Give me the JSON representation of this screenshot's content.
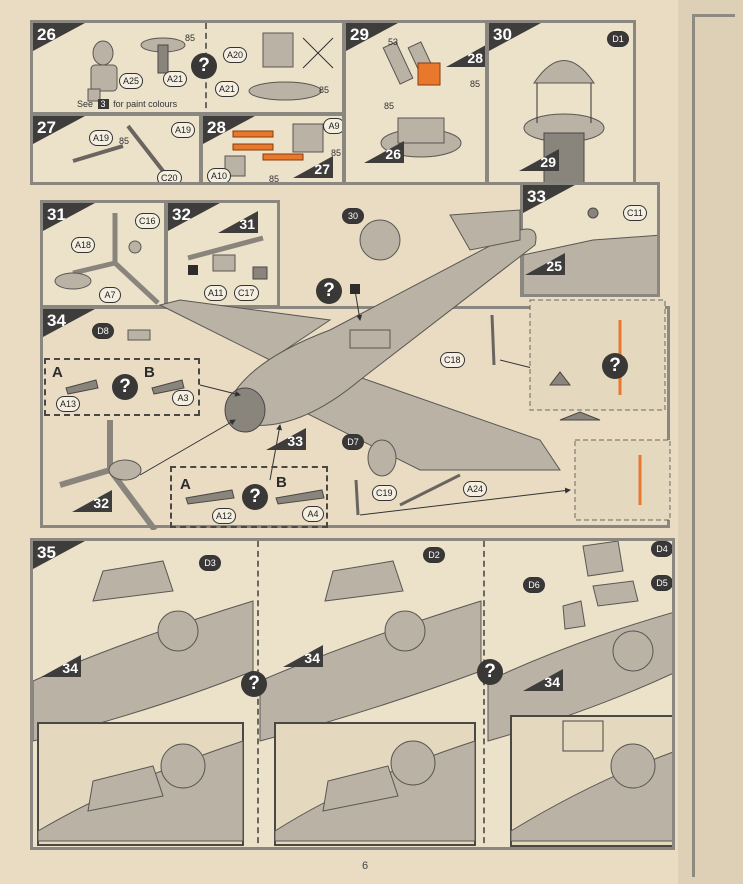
{
  "steps": {
    "s26": {
      "number": "26",
      "labels": [
        "85",
        "A21",
        "A25",
        "A20",
        "A21",
        "85"
      ],
      "see_prefix": "See",
      "see_suffix": "for paint colours",
      "see_icon": "3"
    },
    "s27": {
      "number": "27",
      "labels": [
        "A19",
        "85",
        "A19",
        "C20"
      ]
    },
    "s28": {
      "number": "28",
      "labels": [
        "A9",
        "85",
        "27",
        "A10",
        "85"
      ]
    },
    "s29": {
      "number": "29",
      "labels": [
        "53",
        "28",
        "85",
        "85",
        "26"
      ]
    },
    "s30": {
      "number": "30",
      "labels": [
        "D1",
        "29"
      ]
    },
    "s31": {
      "number": "31",
      "labels": [
        "C16",
        "A18",
        "A7"
      ]
    },
    "s32": {
      "number": "32",
      "labels": [
        "31",
        "A11",
        "C17"
      ]
    },
    "s33": {
      "number": "33",
      "labels": [
        "C11",
        "25"
      ]
    },
    "s34": {
      "number": "34",
      "labels": [
        "30",
        "D8",
        "C18",
        "D7",
        "C19",
        "A24",
        "33",
        "32"
      ],
      "options_a": {
        "letter_a": "A",
        "letter_b": "B",
        "part_a": "A13",
        "part_b": "A3"
      },
      "options_b": {
        "letter_a": "A",
        "letter_b": "B",
        "part_a": "A12",
        "part_b": "A4"
      }
    },
    "s35": {
      "number": "35",
      "labels": [
        "D3",
        "34",
        "D2",
        "34",
        "D4",
        "D6",
        "D5",
        "34"
      ]
    }
  },
  "question_mark": "?",
  "page_number": "6"
}
